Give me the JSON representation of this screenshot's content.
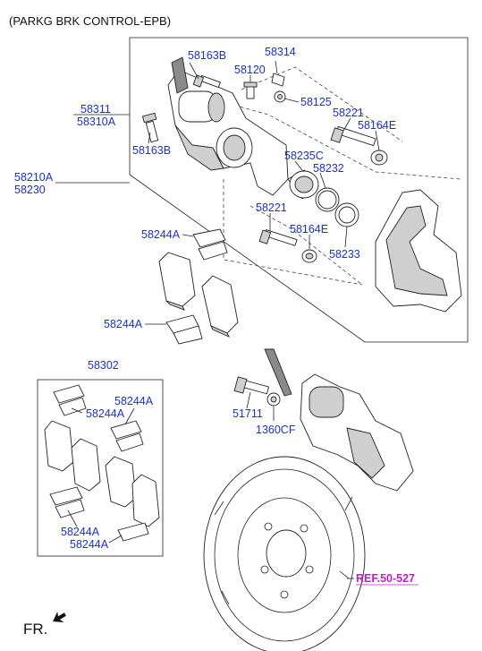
{
  "title": "(PARKG BRK CONTROL-EPB)",
  "fr_label": "FR.",
  "colors": {
    "label": "#1c2fd6",
    "ref": "#c020c0",
    "line": "#222222"
  },
  "labels": {
    "l58163b_top": "58163B",
    "l58314": "58314",
    "l58120": "58120",
    "l58125": "58125",
    "l58311": "58311",
    "l58310a": "58310A",
    "l58221_top": "58221",
    "l58164e_top": "58164E",
    "l58163b_left": "58163B",
    "l58235c": "58235C",
    "l58232": "58232",
    "l58210a": "58210A",
    "l58230": "58230",
    "l58221_mid": "58221",
    "l58164e_mid": "58164E",
    "l58244a_1": "58244A",
    "l58233": "58233",
    "l58244a_2": "58244A",
    "l58302": "58302",
    "l58244a_3": "58244A",
    "l58244a_4": "58244A",
    "l58244a_5": "58244A",
    "l58244a_6": "58244A",
    "l51711": "51711",
    "l1360cf": "1360CF",
    "ref": "REF.50-527"
  }
}
